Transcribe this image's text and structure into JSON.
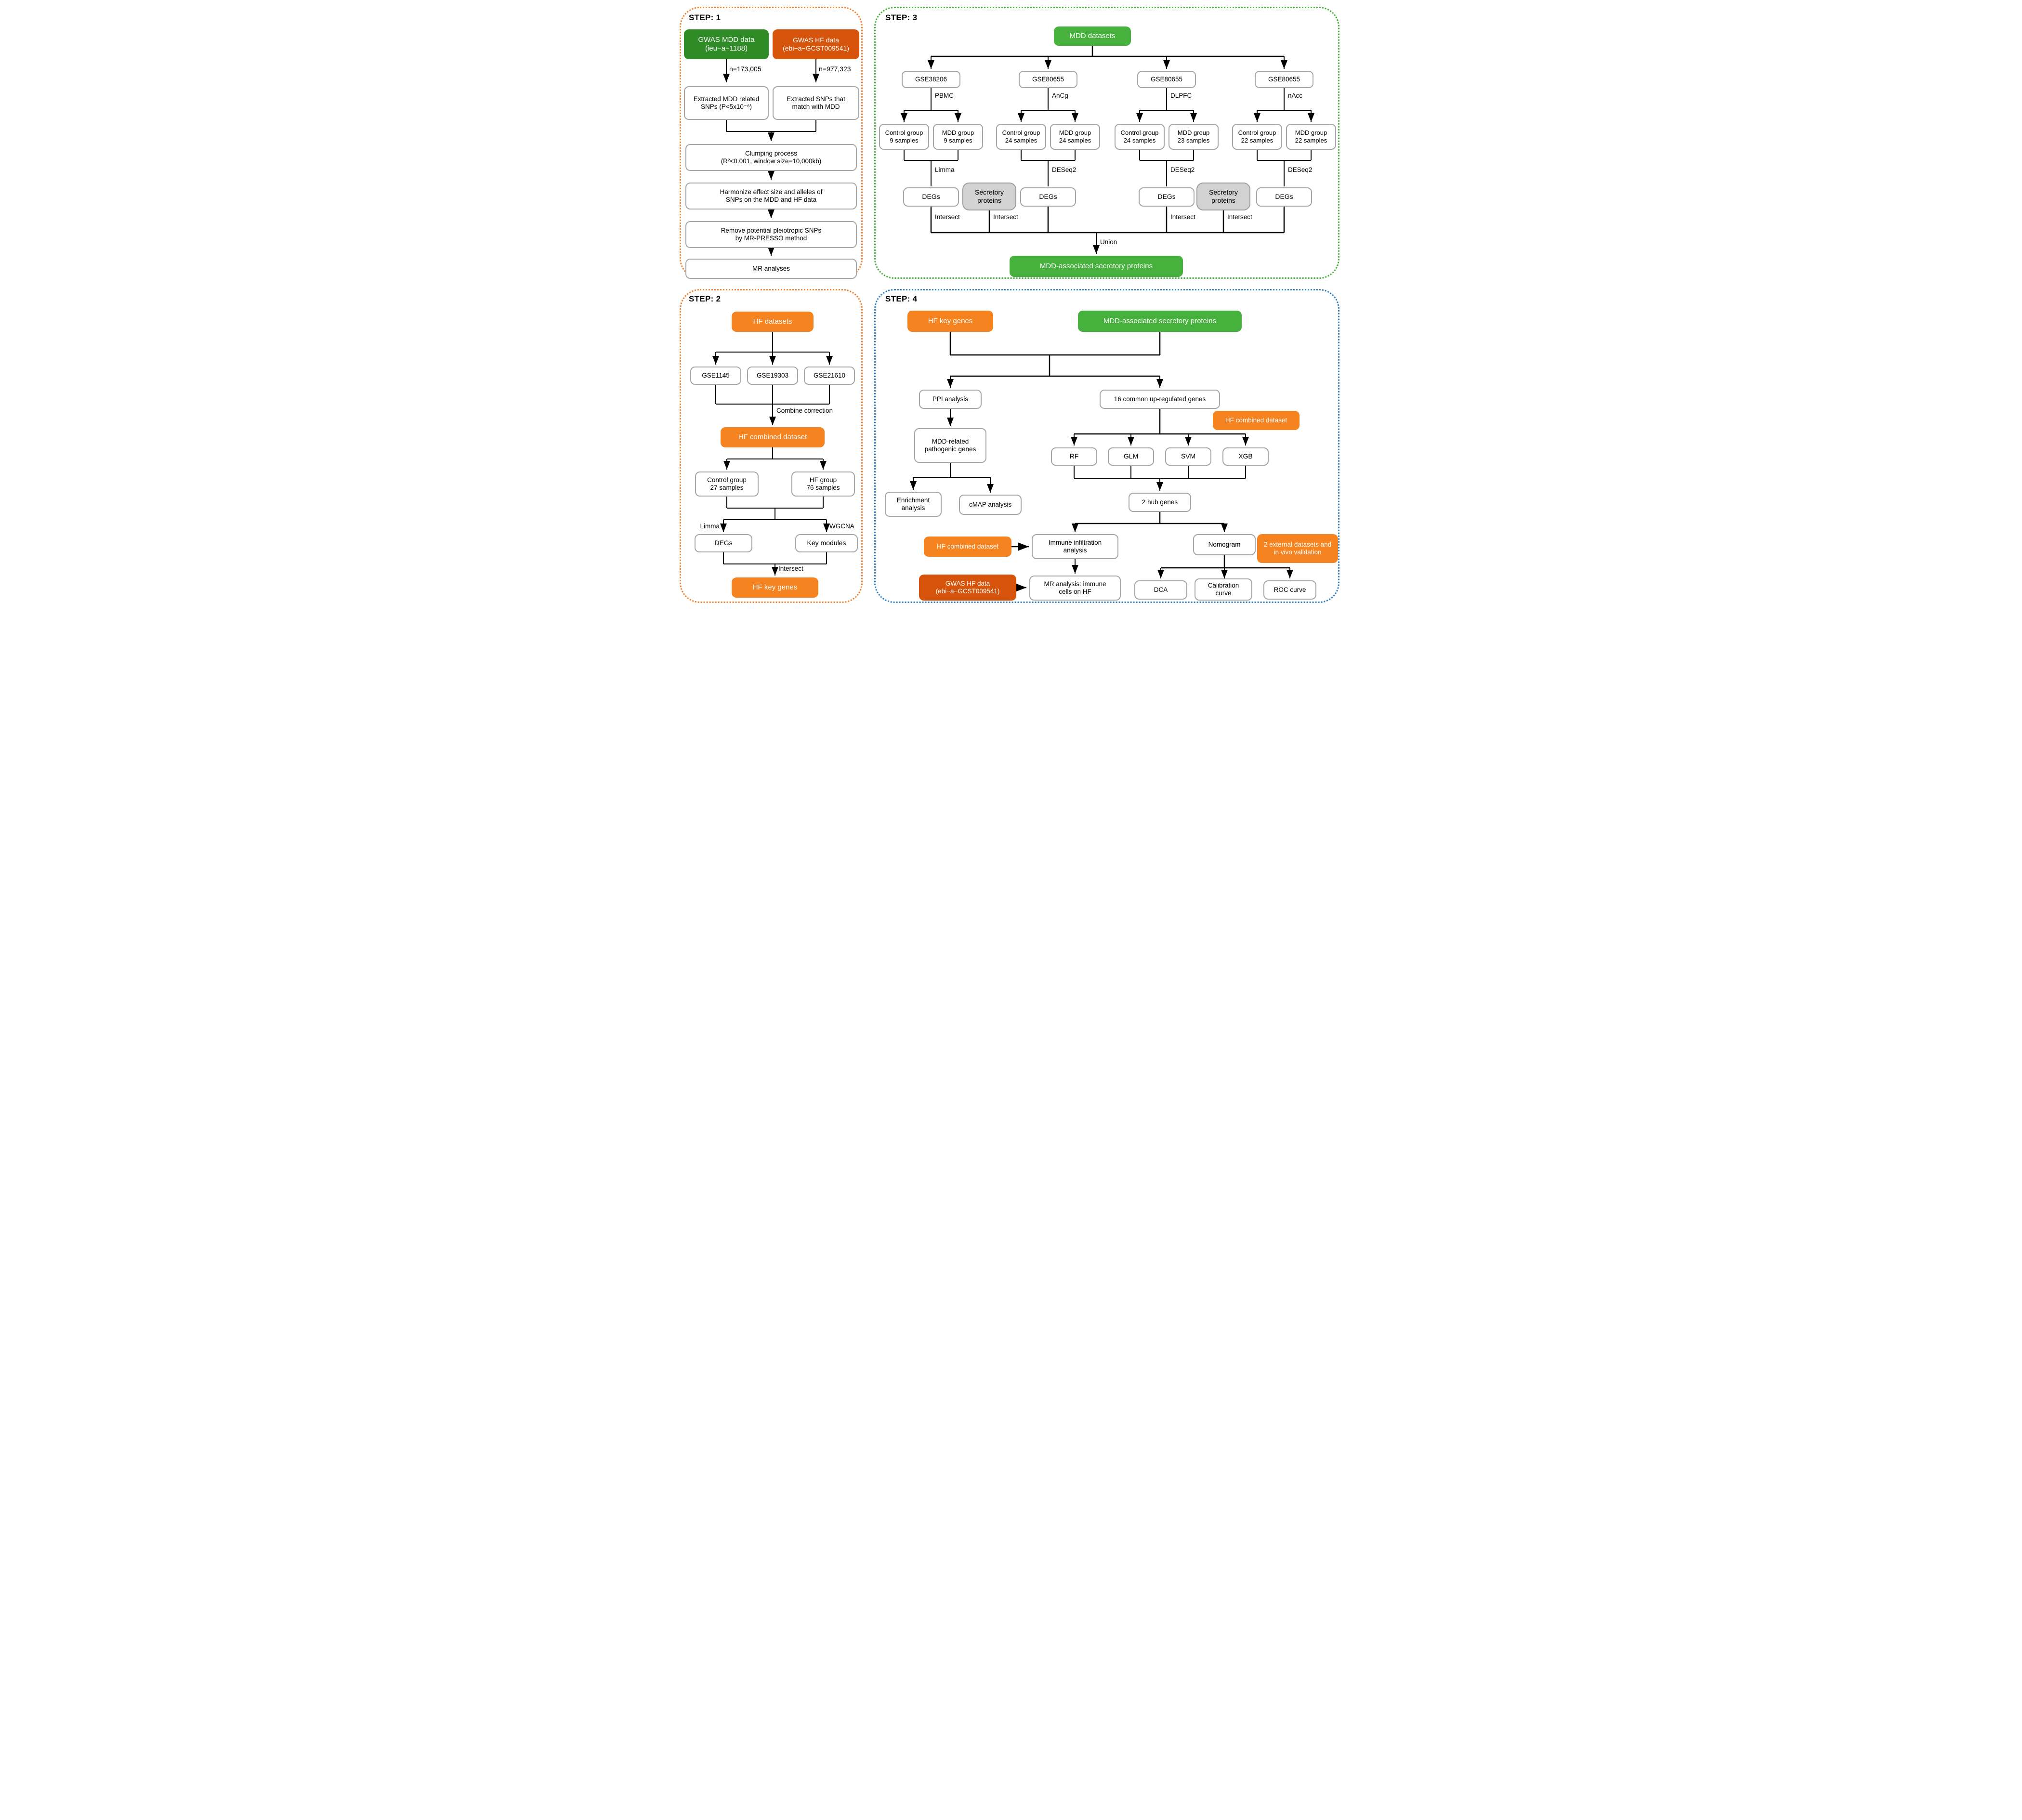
{
  "colors": {
    "green_dark": "#2e8b26",
    "green": "#46b13c",
    "orange": "#f5831f",
    "orange_dark": "#d5530a",
    "panel_blue": "#2e7fc1",
    "node_border_gray": "#a6a6a6",
    "secretory_gray": "#d2d2d2"
  },
  "step1": {
    "title": "STEP: 1",
    "gwas_mdd": "GWAS MDD data\n(ieu−a−1188)",
    "gwas_hf": "GWAS HF data\n(ebi−a−GCST009541)",
    "n_mdd": "n=173,005",
    "n_hf": "n=977,323",
    "extract_mdd": "Extracted MDD related\nSNPs (P<5x10⁻⁶)",
    "extract_hf": "Extracted SNPs that\nmatch with MDD",
    "clumping": "Clumping process\n(R²<0.001, window size=10,000kb)",
    "harmonize": "Harmonize effect size and alleles of\nSNPs on the MDD and HF data",
    "remove_pleiotropic": "Remove potential pleiotropic SNPs\nby MR-PRESSO method",
    "mr_analyses": "MR analyses"
  },
  "step2": {
    "title": "STEP: 2",
    "root": "HF datasets",
    "datasets": [
      "GSE1145",
      "GSE19303",
      "GSE21610"
    ],
    "combine_label": "Combine correction",
    "combined": "HF combined dataset",
    "control_group": "Control group\n27 samples",
    "hf_group": "HF group\n76 samples",
    "limma_label": "Limma",
    "wgcna_label": "WGCNA",
    "degs": "DEGs",
    "key_modules": "Key modules",
    "intersect_label": "Intersect",
    "result": "HF key genes"
  },
  "step3": {
    "title": "STEP: 3",
    "root": "MDD datasets",
    "columns": [
      {
        "gse": "GSE38206",
        "tissue": "PBMC",
        "control": "Control group\n9 samples",
        "case": "MDD group\n9 samples",
        "method": "Limma",
        "degs": "DEGs",
        "intersect": "Intersect"
      },
      {
        "gse": "GSE80655",
        "tissue": "AnCg",
        "control": "Control group\n24 samples",
        "case": "MDD group\n24 samples",
        "method": "DESeq2",
        "degs": "DEGs",
        "intersect": "Intersect"
      },
      {
        "gse": "GSE80655",
        "tissue": "DLPFC",
        "control": "Control group\n24 samples",
        "case": "MDD group\n23 samples",
        "method": "DESeq2",
        "degs": "DEGs",
        "intersect": "Intersect"
      },
      {
        "gse": "GSE80655",
        "tissue": "nAcc",
        "control": "Control group\n22 samples",
        "case": "MDD group\n22 samples",
        "method": "DESeq2",
        "degs": "DEGs",
        "intersect": "Intersect"
      }
    ],
    "secretory": "Secretory\nproteins",
    "union_label": "Union",
    "result": "MDD-associated secretory proteins"
  },
  "step4": {
    "title": "STEP: 4",
    "hf_key_genes": "HF key genes",
    "mdd_secretory": "MDD-associated secretory proteins",
    "ppi": "PPI analysis",
    "common16": "16 common up-regulated genes",
    "hf_combined_right": "HF combined dataset",
    "models": [
      "RF",
      "GLM",
      "SVM",
      "XGB"
    ],
    "pathogenic": "MDD-related\npathogenic genes",
    "enrichment": "Enrichment\nanalysis",
    "cmap": "cMAP analysis",
    "hub": "2 hub genes",
    "hf_combined_left": "HF combined dataset",
    "immune": "Immune infiltration\nanalysis",
    "gwas_hf": "GWAS HF data\n(ebi−a−GCST009541)",
    "mr_immune": "MR analysis: immune\ncells on HF",
    "nomogram": "Nomogram",
    "external": "2 external datasets and\nin vivo validation",
    "dca": "DCA",
    "calibration": "Calibration\ncurve",
    "roc": "ROC curve"
  }
}
